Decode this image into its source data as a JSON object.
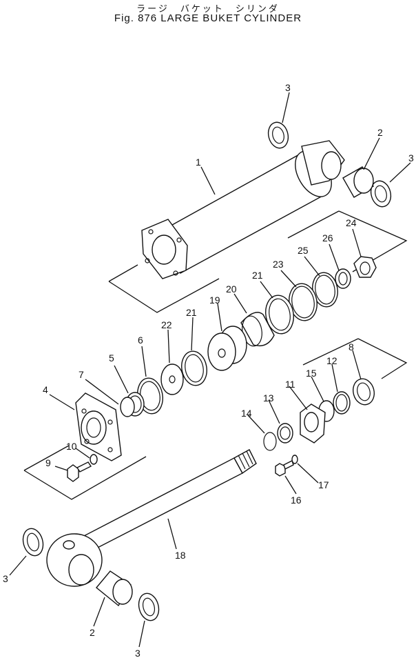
{
  "header": {
    "title_jp": "ラージ　バケット　シリンダ",
    "title_en": "Fig. 876 LARGE BUKET CYLINDER"
  },
  "callouts": {
    "c1": "1",
    "c2a": "2",
    "c2b": "2",
    "c3a": "3",
    "c3b": "3",
    "c3c": "3",
    "c3d": "3",
    "c4": "4",
    "c5": "5",
    "c6": "6",
    "c7": "7",
    "c8": "8",
    "c9": "9",
    "c10": "10",
    "c11": "11",
    "c12": "12",
    "c13": "13",
    "c14": "14",
    "c15": "15",
    "c16": "16",
    "c17": "17",
    "c18": "18",
    "c19": "19",
    "c20": "20",
    "c21a": "21",
    "c21b": "21",
    "c22": "22",
    "c23": "23",
    "c24": "24",
    "c25": "25",
    "c26": "26"
  }
}
